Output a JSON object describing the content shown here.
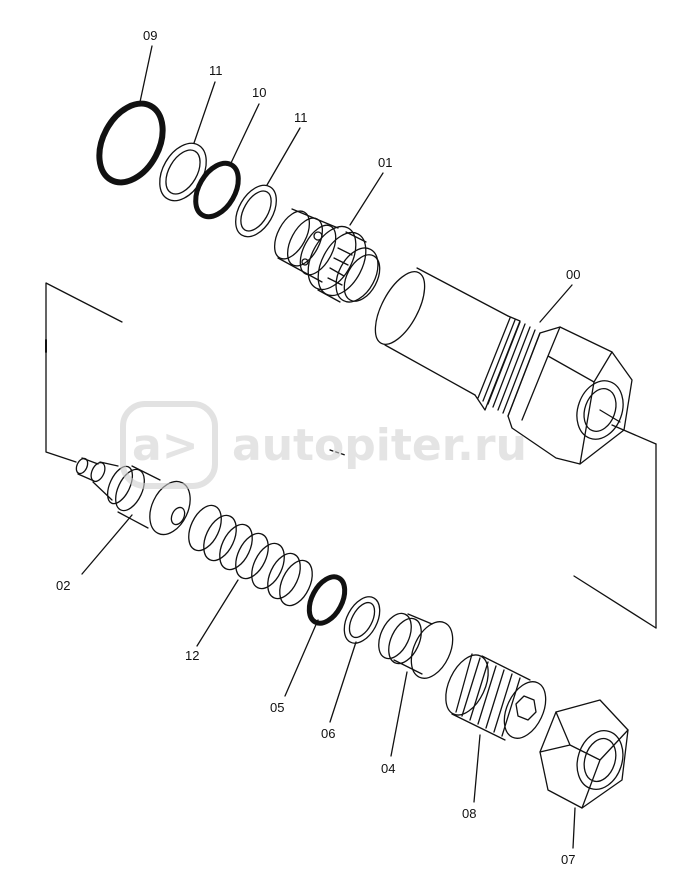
{
  "labels": {
    "p09": "09",
    "p11a": "11",
    "p10": "10",
    "p11b": "11",
    "p01": "01",
    "p00": "00",
    "p02": "02",
    "p12": "12",
    "p05": "05",
    "p06": "06",
    "p04": "04",
    "p08": "08",
    "p07": "07"
  },
  "watermark": {
    "logo": "a>",
    "text": "autopiter.ru"
  },
  "colors": {
    "ink": "#111111",
    "watermark": "#cfcfcf"
  }
}
